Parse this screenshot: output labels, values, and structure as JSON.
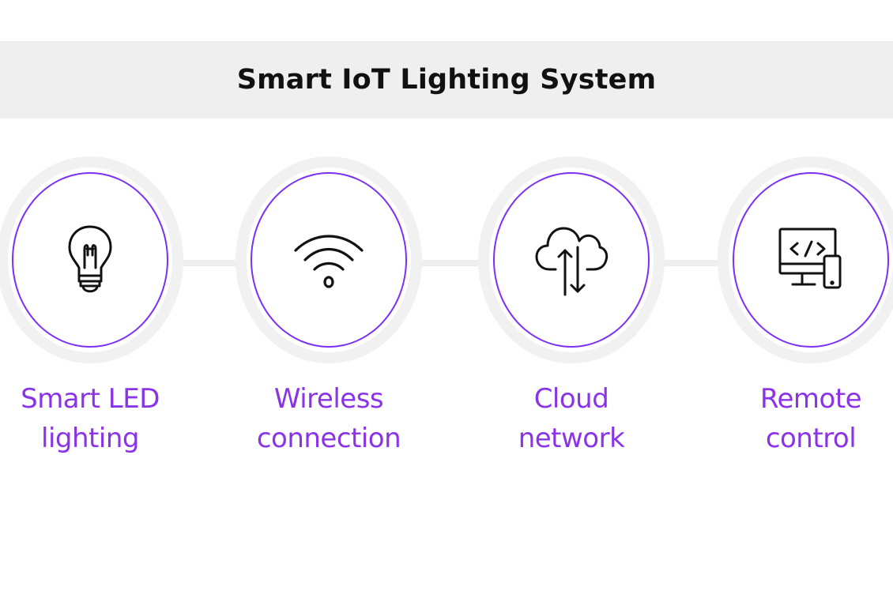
{
  "title": "Smart IoT Lighting System",
  "colors": {
    "accent": "#7b2ff7",
    "label": "#8a33e8",
    "band": "#efefef",
    "ring": "#f1f1f1"
  },
  "steps": [
    {
      "icon": "light-bulb-icon",
      "line1": "Smart LED",
      "line2": "lighting"
    },
    {
      "icon": "wifi-icon",
      "line1": "Wireless",
      "line2": "connection"
    },
    {
      "icon": "cloud-sync-icon",
      "line1": "Cloud",
      "line2": "network"
    },
    {
      "icon": "remote-devices-icon",
      "line1": "Remote",
      "line2": "control"
    }
  ]
}
